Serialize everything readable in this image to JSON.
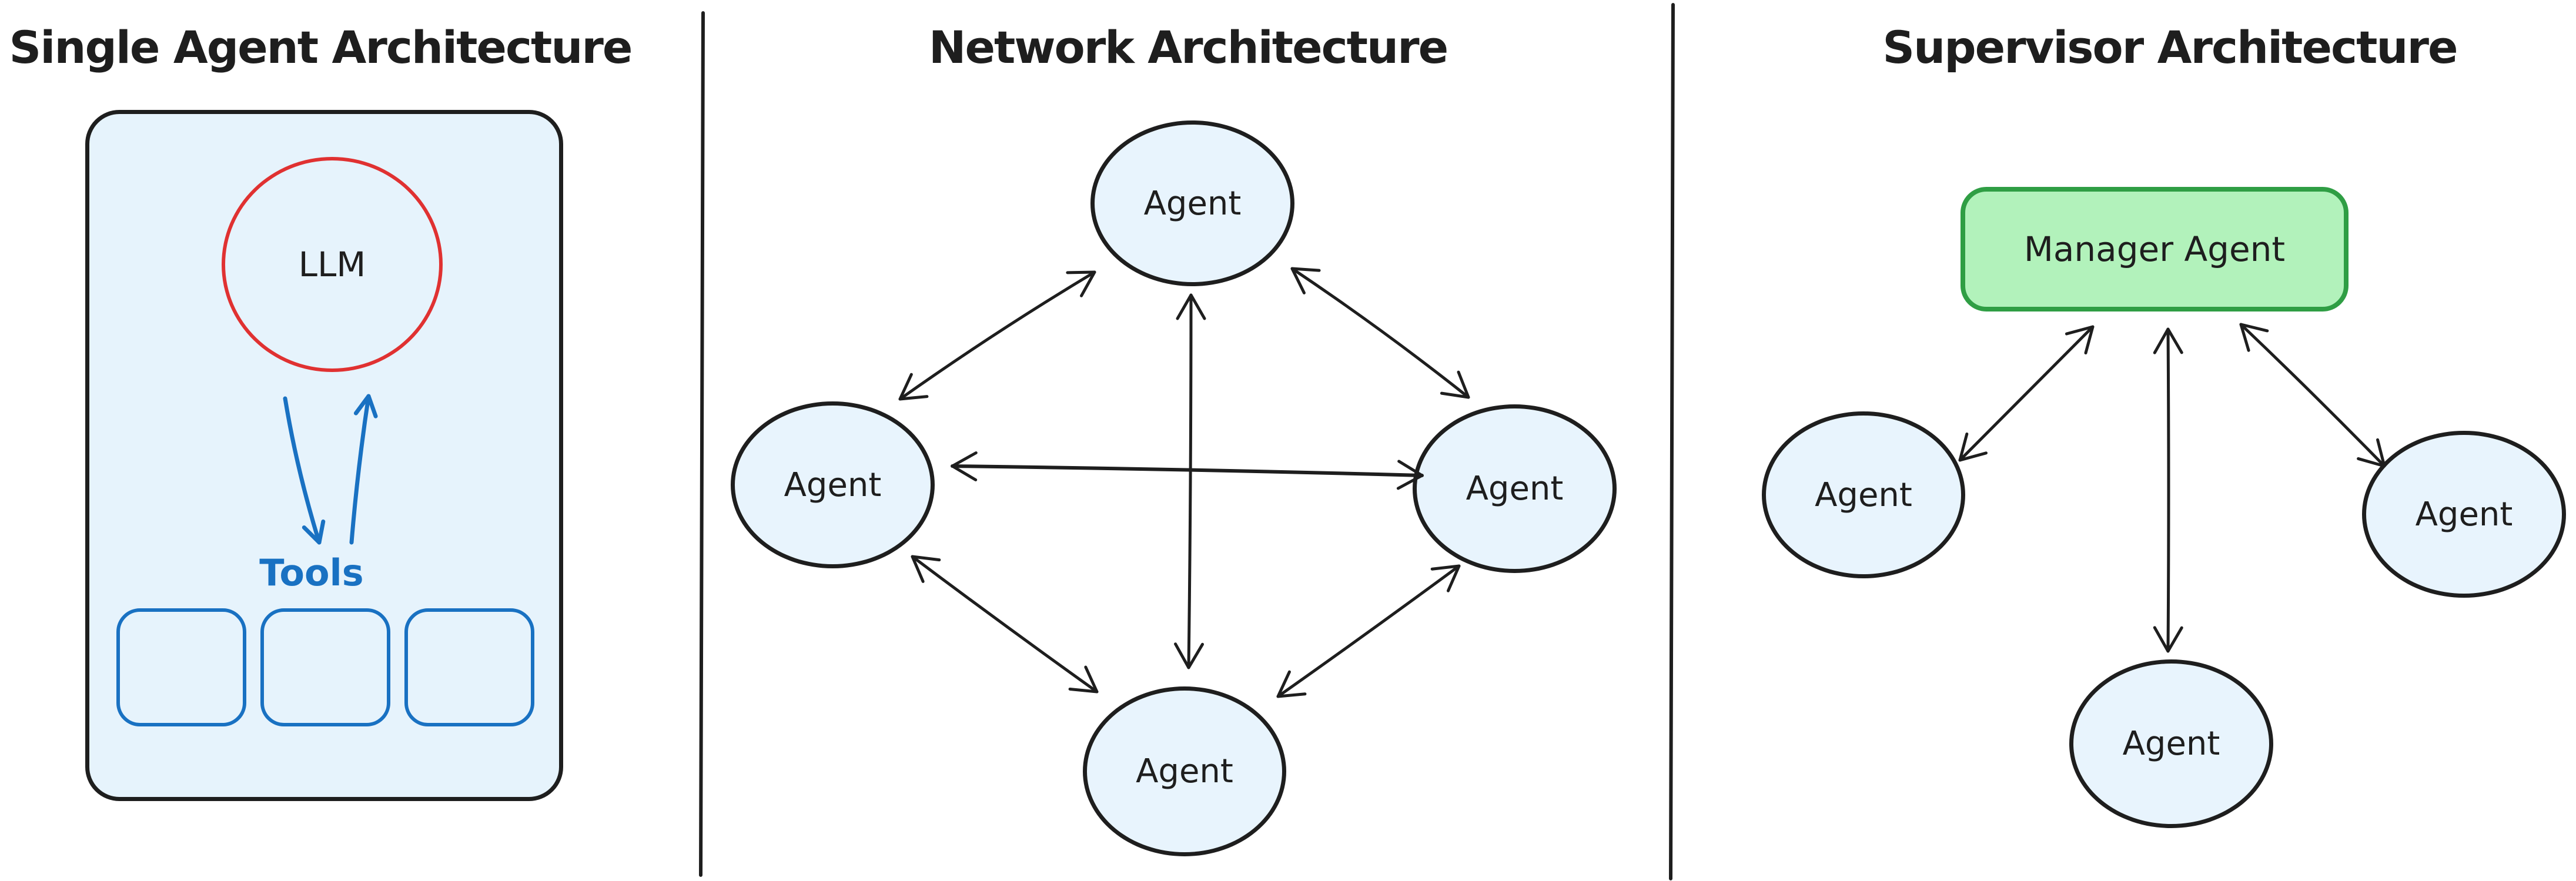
{
  "colors": {
    "ink": "#1e1e1e",
    "blue": "#1971c2",
    "red": "#e03131",
    "green-border": "#2f9e44",
    "green-fill": "#b2f2bb",
    "panel-fill": "#e6f3fc",
    "node-fill": "#e8f4fd"
  },
  "panels": {
    "single": {
      "title": "Single Agent Architecture",
      "llm_label": "LLM",
      "tools_label": "Tools",
      "tool_box_count": 3
    },
    "network": {
      "title": "Network Architecture",
      "agents": [
        "Agent",
        "Agent",
        "Agent",
        "Agent"
      ]
    },
    "supervisor": {
      "title": "Supervisor Architecture",
      "manager_label": "Manager Agent",
      "agents": [
        "Agent",
        "Agent",
        "Agent"
      ]
    }
  }
}
